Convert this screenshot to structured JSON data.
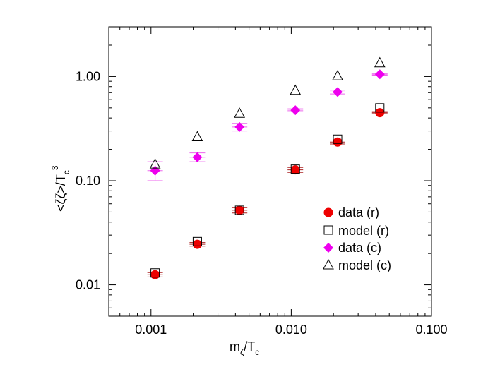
{
  "chart_data": {
    "type": "scatter",
    "title": "",
    "xlabel": {
      "main": "m",
      "sub": "ζ",
      "rest": "/T",
      "sub2": "c"
    },
    "ylabel": {
      "main": "<ζζ>/T",
      "sub": "c",
      "sup": "3"
    },
    "x_scale": "log",
    "y_scale": "log",
    "xlim": [
      0.0005,
      0.1
    ],
    "ylim": [
      0.005,
      3.0
    ],
    "x_ticks": [
      {
        "value": 0.001,
        "label": "0.001"
      },
      {
        "value": 0.01,
        "label": "0.010"
      },
      {
        "value": 0.1,
        "label": "0.100"
      }
    ],
    "y_ticks": [
      {
        "value": 0.01,
        "label": "0.01"
      },
      {
        "value": 0.1,
        "label": "0.10"
      },
      {
        "value": 1.0,
        "label": "1.00"
      }
    ],
    "grid": false,
    "legend_position": "lower-right",
    "series": [
      {
        "name": "data (r)",
        "marker": "circle-filled",
        "color": "#ee0000",
        "errcolor": "#aa2222",
        "points": [
          {
            "x": 0.00107,
            "y": 0.0125,
            "lo": 0.0119,
            "hi": 0.0131
          },
          {
            "x": 0.00214,
            "y": 0.0245,
            "lo": 0.0235,
            "hi": 0.0255
          },
          {
            "x": 0.00428,
            "y": 0.052,
            "lo": 0.049,
            "hi": 0.055
          },
          {
            "x": 0.0107,
            "y": 0.127,
            "lo": 0.12,
            "hi": 0.134
          },
          {
            "x": 0.0214,
            "y": 0.235,
            "lo": 0.225,
            "hi": 0.245
          },
          {
            "x": 0.0428,
            "y": 0.45,
            "lo": 0.44,
            "hi": 0.46
          }
        ]
      },
      {
        "name": "model (r)",
        "marker": "square-open",
        "color": "#000000",
        "points": [
          {
            "x": 0.00107,
            "y": 0.013
          },
          {
            "x": 0.00214,
            "y": 0.026
          },
          {
            "x": 0.00428,
            "y": 0.052
          },
          {
            "x": 0.0107,
            "y": 0.129
          },
          {
            "x": 0.0214,
            "y": 0.25
          },
          {
            "x": 0.0428,
            "y": 0.5
          }
        ]
      },
      {
        "name": "data (c)",
        "marker": "diamond-filled",
        "color": "#ee00ee",
        "errcolor": "#ee66ee",
        "points": [
          {
            "x": 0.00107,
            "y": 0.125,
            "lo": 0.1,
            "hi": 0.152
          },
          {
            "x": 0.00214,
            "y": 0.168,
            "lo": 0.152,
            "hi": 0.185
          },
          {
            "x": 0.00428,
            "y": 0.328,
            "lo": 0.3,
            "hi": 0.355
          },
          {
            "x": 0.0107,
            "y": 0.475,
            "lo": 0.46,
            "hi": 0.49
          },
          {
            "x": 0.0214,
            "y": 0.71,
            "lo": 0.68,
            "hi": 0.74
          },
          {
            "x": 0.0428,
            "y": 1.05,
            "lo": 1.03,
            "hi": 1.07
          }
        ]
      },
      {
        "name": "model (c)",
        "marker": "triangle-open",
        "color": "#000000",
        "points": [
          {
            "x": 0.00107,
            "y": 0.145
          },
          {
            "x": 0.00214,
            "y": 0.265
          },
          {
            "x": 0.00428,
            "y": 0.445
          },
          {
            "x": 0.0107,
            "y": 0.74
          },
          {
            "x": 0.0214,
            "y": 1.02
          },
          {
            "x": 0.0428,
            "y": 1.36
          }
        ]
      }
    ]
  }
}
